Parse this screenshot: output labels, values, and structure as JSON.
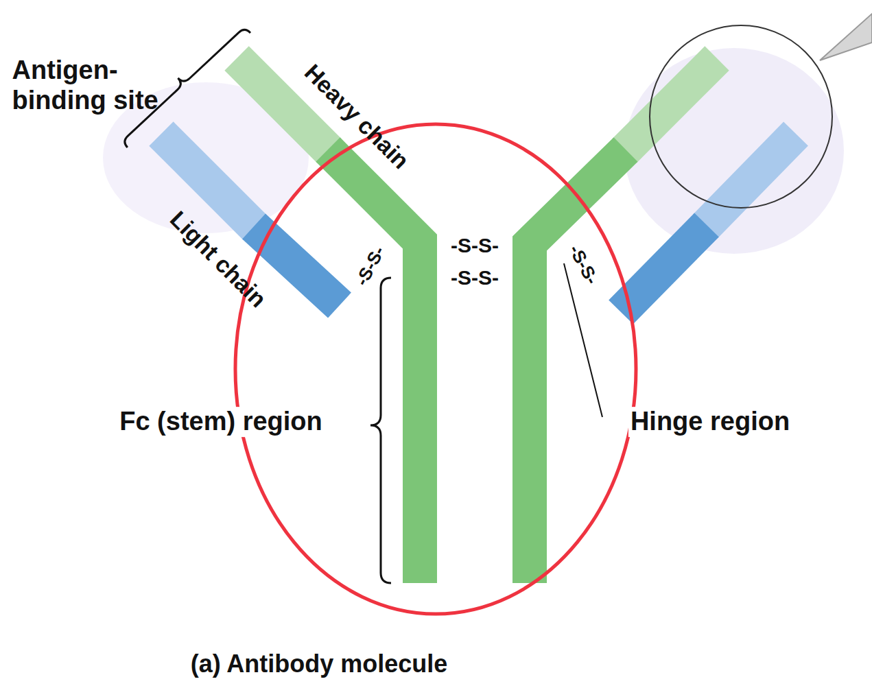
{
  "diagram": {
    "caption": "(a) Antibody molecule",
    "labels": [
      "Antigen-binding site",
      "Heavy chain",
      "Light chain",
      "-S-S-",
      "-S-S-",
      "-S-S-",
      "-S-S-",
      "Fc (stem) region",
      "Hinge region"
    ]
  }
}
